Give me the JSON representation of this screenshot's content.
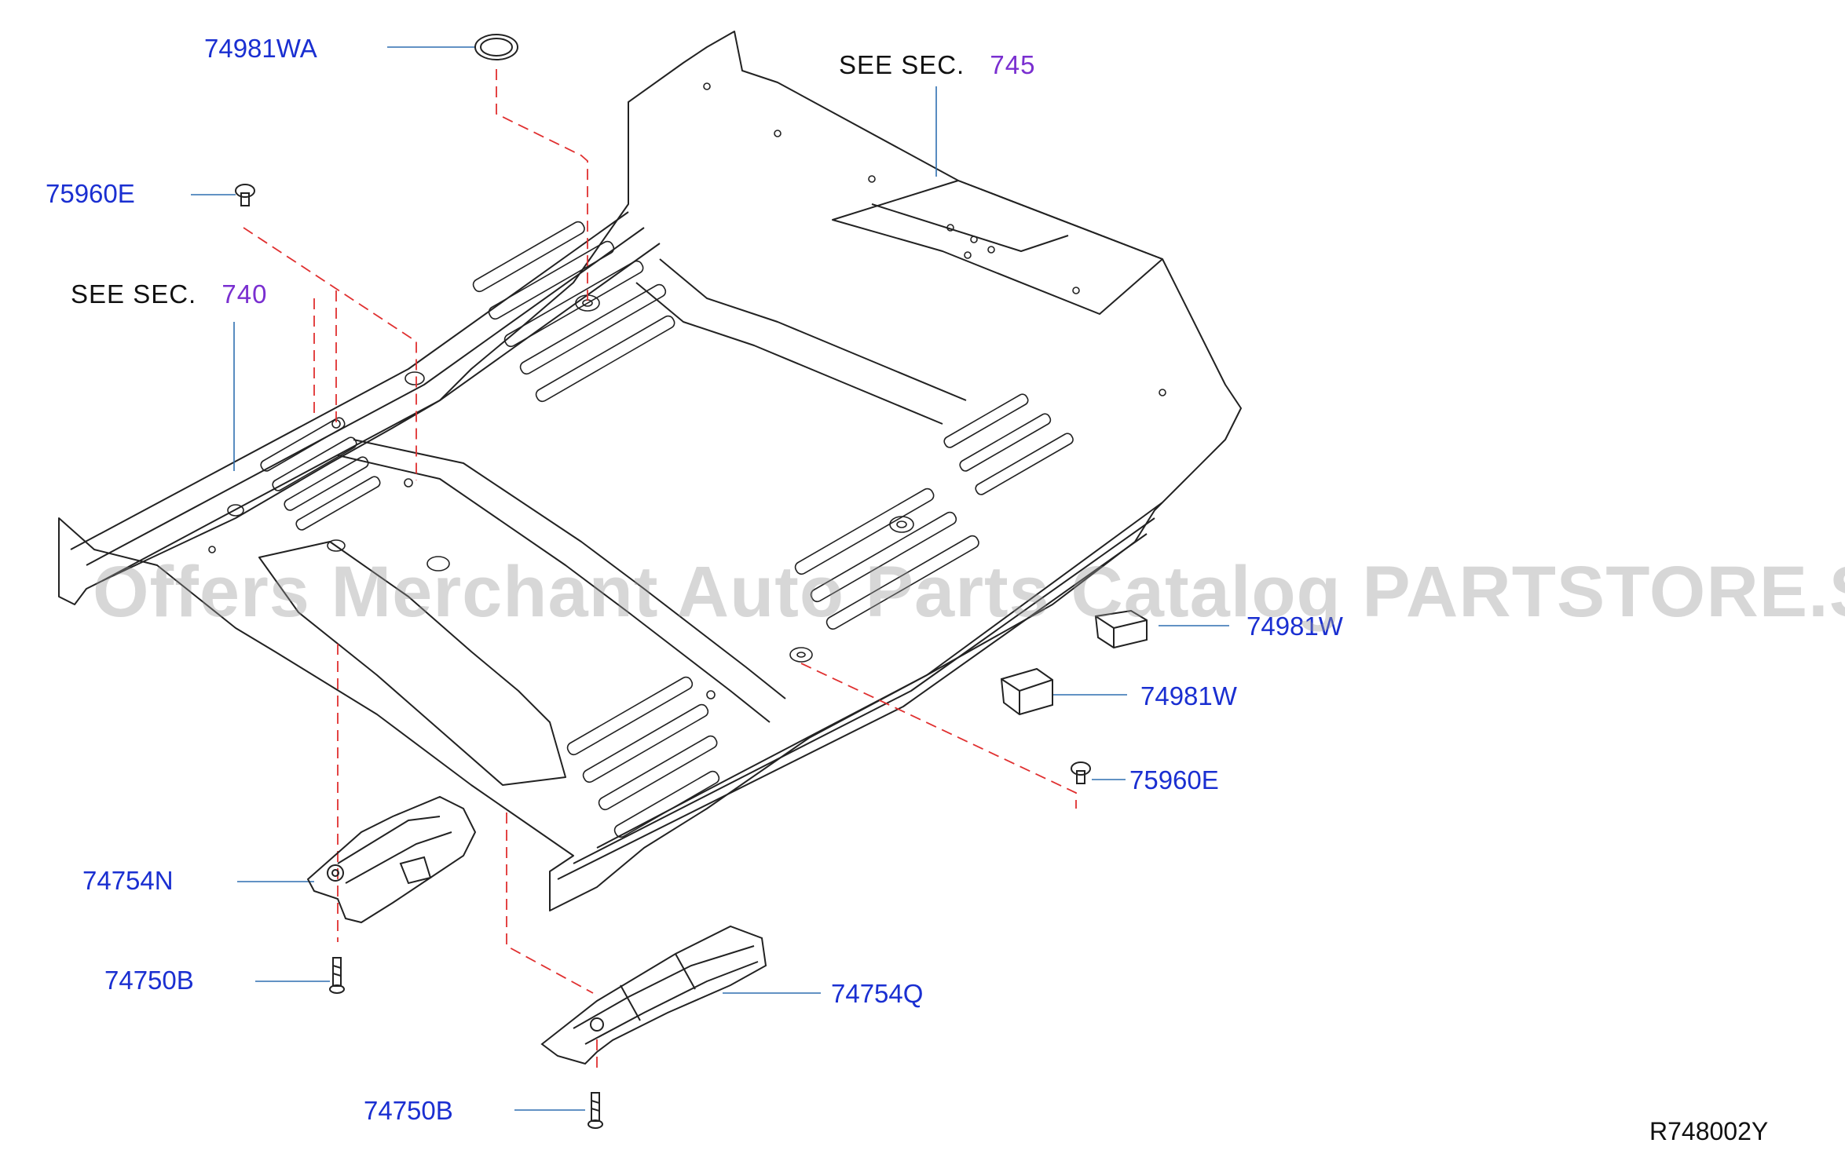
{
  "labels": {
    "p74981WA": "74981WA",
    "p75960E_top": "75960E",
    "see740_prefix": "SEE  SEC.",
    "see740_num": "740",
    "see745_prefix": "SEE  SEC.",
    "see745_num": "745",
    "p74981W_upper": "74981W",
    "p74981W_lower": "74981W",
    "p75960E_right": "75960E",
    "p74754N": "74754N",
    "p74750B_left": "74750B",
    "p74754Q": "74754Q",
    "p74750B_bottom": "74750B",
    "drawing_code": "R748002Y"
  },
  "watermark": "Offers Merchant Auto Parts Catalog PARTSTORE.SA",
  "colors": {
    "part_number": "#1a2fd1",
    "section_number": "#7a2fd0",
    "leader_line": "#2e6fb0",
    "dashed_line": "#e03030",
    "drawing_stroke": "#222222"
  }
}
